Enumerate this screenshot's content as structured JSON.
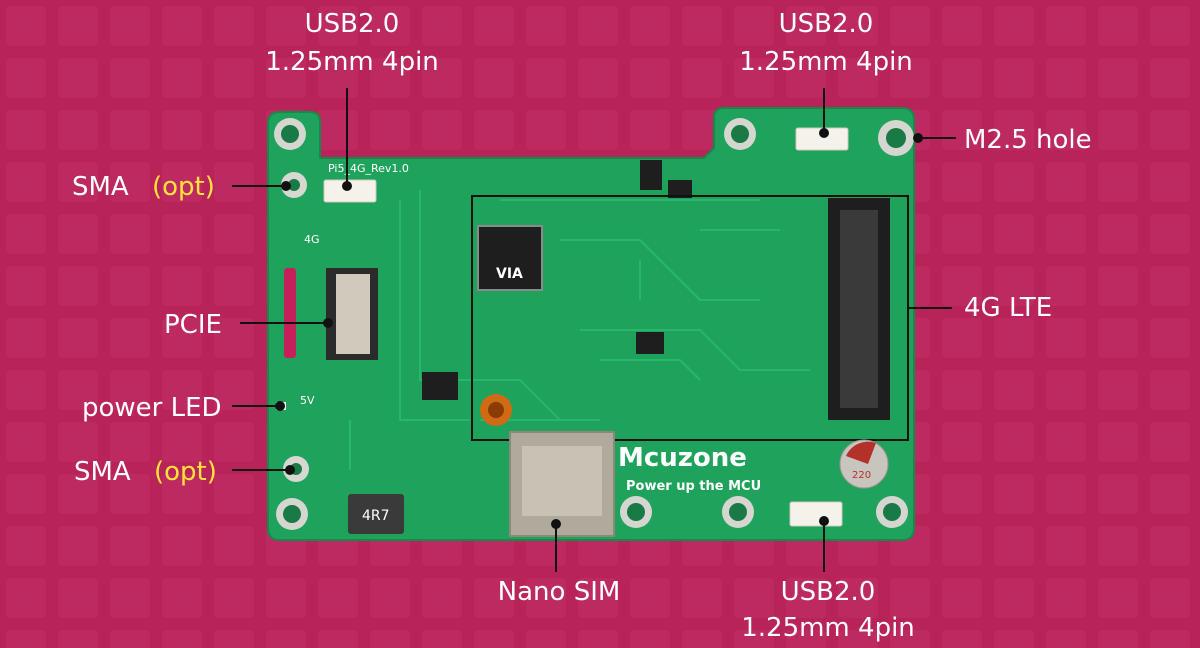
{
  "colors": {
    "background": "#b8245a",
    "pcb": "#1fa35c",
    "label_text": "#ffffff",
    "optional_text": "#ffe23a",
    "leader_line": "#111111"
  },
  "labels": {
    "usb_top_left": {
      "line1": "USB2.0",
      "line2": "1.25mm 4pin"
    },
    "usb_top_right": {
      "line1": "USB2.0",
      "line2": "1.25mm 4pin"
    },
    "usb_bottom": {
      "line1": "USB2.0",
      "line2": "1.25mm 4pin"
    },
    "m25_hole": "M2.5 hole",
    "sma_top": {
      "name": "SMA",
      "note": "(opt)"
    },
    "sma_bottom": {
      "name": "SMA",
      "note": "(opt)"
    },
    "pcie": "PCIE",
    "power_led": "power LED",
    "lte_4g": "4G LTE",
    "nano_sim": "Nano SIM"
  },
  "board": {
    "brand": "Mcuzone",
    "slogan": "Power up the MCU",
    "revision": "Pi5_4G_Rev1.0",
    "inductor_marking": "4R7",
    "capacitor_marking": "220",
    "chip_marking": "VIA",
    "silk_4g": "4G",
    "silk_5v": "5V"
  }
}
